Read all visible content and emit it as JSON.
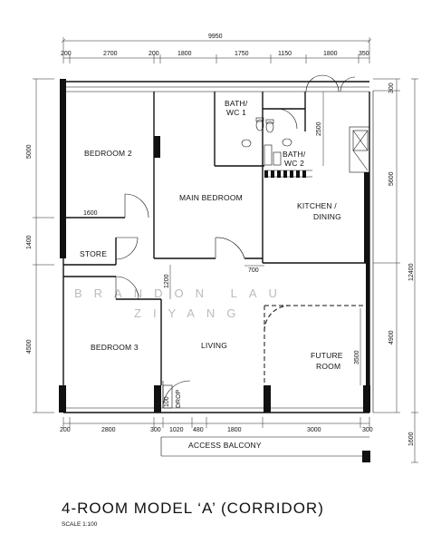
{
  "title": "4-ROOM MODEL ‘A’ (CORRIDOR)",
  "scale": "SCALE  1:100",
  "watermark": {
    "line1": "BRANDON LAU",
    "line2": "ZIYANG"
  },
  "rooms": {
    "bedroom2": "BEDROOM  2",
    "main_bedroom": "MAIN BEDROOM",
    "bath1_line1": "BATH/",
    "bath1_line2": "WC 1",
    "bath2_line1": "BATH/",
    "bath2_line2": "WC 2",
    "kitchen_line1": "KITCHEN  /",
    "kitchen_line2": "DINING",
    "store": "STORE",
    "bedroom3": "BEDROOM 3",
    "living": "LIVING",
    "future_line1": "FUTURE",
    "future_line2": "ROOM",
    "drop": "DROP",
    "access_balcony": "ACCESS BALCONY"
  },
  "dimensions": {
    "top_total": "9950",
    "top_segments": [
      "200",
      "2700",
      "200",
      "1800",
      "1750",
      "1150",
      "1800",
      "350"
    ],
    "bottom_segments": [
      "200",
      "2800",
      "300",
      "1020",
      "480",
      "1800",
      "3000",
      "300"
    ],
    "left_segments": [
      "5000",
      "1400",
      "4500"
    ],
    "right_inner": [
      "300",
      "5600",
      "4900"
    ],
    "right_outer": [
      "12400",
      "1600"
    ],
    "inner": {
      "bed2_width": "1600",
      "bath_depth": "2500",
      "kitchen_opening": "700",
      "store_passage": "1200",
      "drop_width": "100",
      "future_depth": "3500"
    }
  }
}
